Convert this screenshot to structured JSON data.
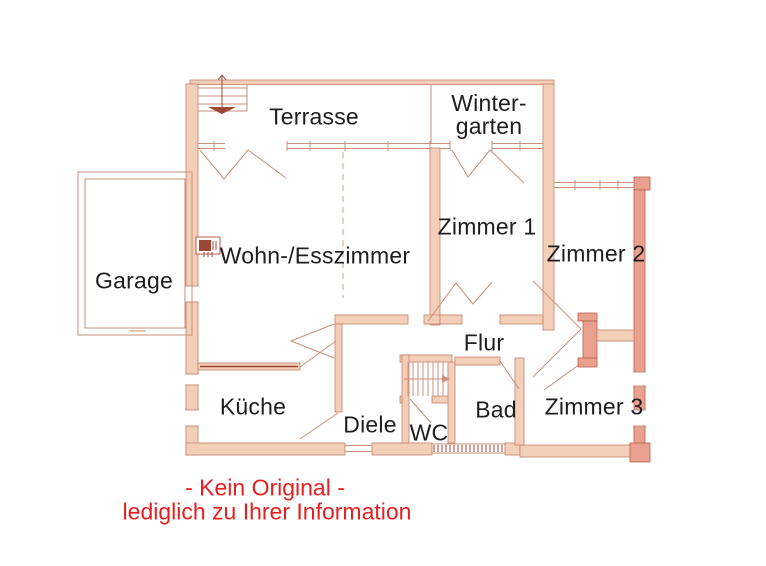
{
  "plan": {
    "type": "floor-plan",
    "rooms": {
      "terrasse": "Terrasse",
      "wintergarten_line1": "Winter-",
      "wintergarten_line2": "garten",
      "garage": "Garage",
      "wohnesszimmer": "Wohn-/Esszimmer",
      "zimmer1": "Zimmer 1",
      "zimmer2": "Zimmer 2",
      "zimmer3": "Zimmer 3",
      "flur": "Flur",
      "kueche": "Küche",
      "diele": "Diele",
      "wc": "WC",
      "bad": "Bad"
    },
    "disclaimer": {
      "line1": "- Kein Original -",
      "line2": "lediglich zu Ihrer Information"
    }
  },
  "colors": {
    "wallFill": "#f3cfb8",
    "wallStroke": "#c48168",
    "wallDarkFill": "#e9a08e",
    "wallDarkStroke": "#b95f4c",
    "lineColor": "#c88f7a",
    "accentDark": "#9c4634",
    "stairColor": "#d0907d",
    "dashColor": "#d9b2a1",
    "textColor": "#1e1e1e",
    "redColor": "#e81f1f"
  }
}
